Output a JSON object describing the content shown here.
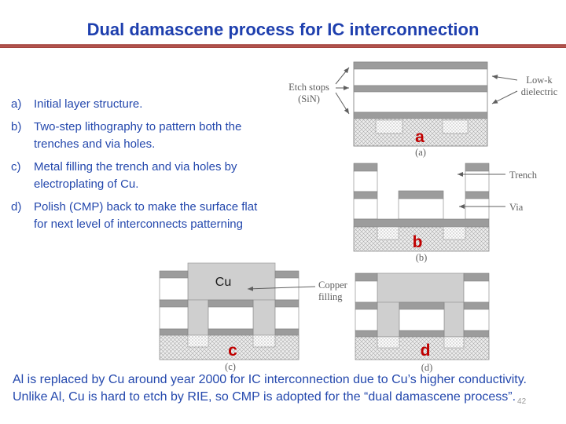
{
  "title": "Dual damascene process for IC interconnection",
  "steps": [
    {
      "marker": "a)",
      "lines": [
        "Initial layer structure."
      ]
    },
    {
      "marker": "b)",
      "lines": [
        "Two-step lithography to pattern both the",
        "trenches and via holes."
      ]
    },
    {
      "marker": "c)",
      "lines": [
        "Metal filling the trench and via holes by",
        "electroplating of Cu."
      ]
    },
    {
      "marker": "d)",
      "lines": [
        "Polish (CMP) back to make the surface flat",
        "for next level of interconnects patterning"
      ]
    }
  ],
  "diagrams": {
    "a": {
      "caption": "(a)",
      "letter": "a",
      "etch_stops": [
        "Etch stops",
        "(SiN)"
      ],
      "low_k": [
        "Low-k",
        "dielectric"
      ]
    },
    "b": {
      "caption": "(b)",
      "letter": "b",
      "trench": "Trench",
      "via": "Via"
    },
    "c": {
      "caption": "(c)",
      "letter": "c",
      "cu": "Cu",
      "copper_filling": [
        "Copper",
        "filling"
      ]
    },
    "d": {
      "caption": "(d)",
      "letter": "d"
    }
  },
  "footer": {
    "lines": [
      "Al is replaced by Cu around year 2000 for IC interconnection due to Cu’s higher conductivity.",
      "Unlike Al, Cu is hard to etch by RIE, so CMP is adopted for the “dual damascene process”."
    ],
    "page_number": "42"
  },
  "colors": {
    "title_blue": "#1e3fae",
    "body_blue": "#2448ad",
    "divider_red": "#9d3d38",
    "letter_red": "#c00000",
    "layer_gray": "#9c9c9c",
    "copper_gray": "#cfcfcf"
  }
}
